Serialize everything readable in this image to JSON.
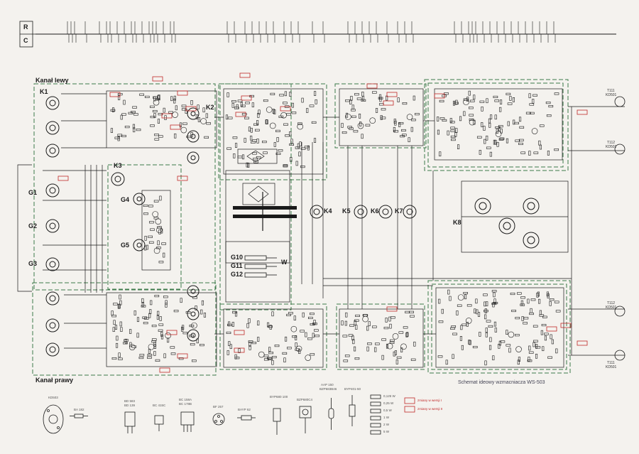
{
  "rail": {
    "r": "R",
    "c": "C"
  },
  "sections": {
    "left": "Kanał lewy",
    "right": "Kanał prawy"
  },
  "connectors": {
    "k1": "K1",
    "k2": "K2",
    "k3": "K3",
    "k4": "K4",
    "k5": "K5",
    "k6": "K6",
    "k7": "K7",
    "k8": "K8"
  },
  "pots": {
    "g1": "G1",
    "g2": "G2",
    "g3": "G3",
    "g4": "G4",
    "g5": "G5",
    "g10": "G10",
    "g11": "G11",
    "g12": "G12"
  },
  "w_label": "W",
  "caption": "Schemat ideowy wzmacniacza WS-503",
  "transistors": {
    "t111_top": "T111",
    "t111_top_code": "KD501",
    "t112_top": "T112",
    "t112_top_code": "KD501",
    "t112_bot": "T112",
    "t112_bot_code": "KD501",
    "t111_bot": "T111",
    "t111_bot_code": "KD501"
  },
  "parts_legend": [
    {
      "name": "KD503"
    },
    {
      "name": "BA 182"
    },
    {
      "name": "BD 583",
      "sub": "BD 139"
    },
    {
      "name": "BC 415C"
    },
    {
      "name": "BC 158A",
      "sub": "BC 178B"
    },
    {
      "name": "BF 257"
    },
    {
      "name": "BAYP 62"
    },
    {
      "name": "BYP680 100"
    },
    {
      "name": "BZP680C4"
    },
    {
      "name": "AAP 150",
      "sub": "BZP683B46"
    },
    {
      "name": "BYP401-50"
    }
  ],
  "resistor_legend": [
    "0,125 W",
    "0,25 W",
    "0,5 W",
    "1 W",
    "2 W",
    "5 W"
  ],
  "note_legend": [
    "zmiany w wersji I",
    "zmiany w wersji II"
  ],
  "colors": {
    "ink": "#1a1a1a",
    "green_frame": "#3d7a4a",
    "red_note": "#c02828",
    "paper": "#f4f2ee"
  }
}
